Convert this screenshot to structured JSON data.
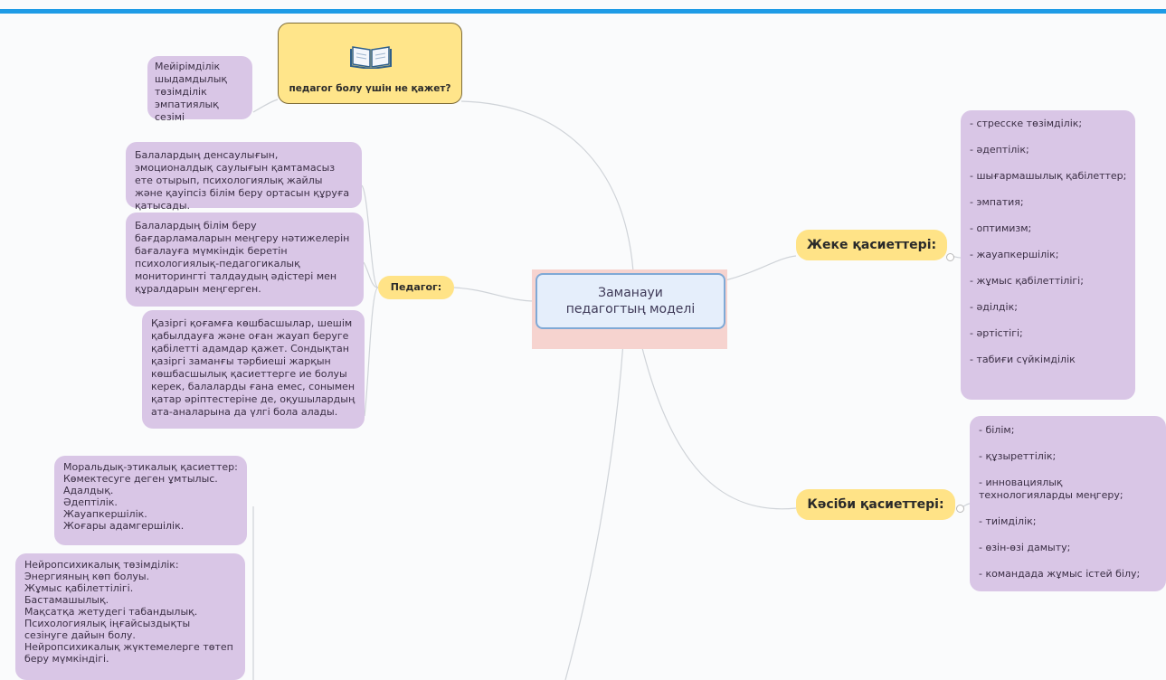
{
  "central": "Заманауи педагогтың моделі",
  "topic": {
    "title": "педагог болу үшін не қажет?",
    "icon": "open-book-icon",
    "note": "Мейірімділік\nшыдамдылық\nтөзімділік\nэмпатиялық сезімі"
  },
  "pedagog": {
    "label": "Педагог:",
    "items": [
      "Балалардың денсаулығын, эмоционалдық саулығын қамтамасыз ете отырып, психологиялық жайлы және қауіпсіз білім беру ортасын құруға қатысады.",
      "Балалардың білім беру бағдарламаларын меңгеру нәтижелерін бағалауға мүмкіндік беретін психологиялық-педагогикалық мониторингті талдаудың әдістері мен құралдарын меңгерген.",
      "Қазіргі қоғамға көшбасшылар, шешім қабылдауға және оған жауап беруге қабілетті адамдар қажет. Сондықтан қазіргі заманғы тәрбиеші жарқын көшбасшылық қасиеттерге ие болуы керек, балаларды ғана емес, сонымен қатар әріптестеріне де, оқушылардың ата-аналарына да үлгі бола алады."
    ]
  },
  "moral": "Моральдық-этикалық қасиеттер:\nКөмектесуге деген ұмтылыс.\nАдалдық.\nӘдептілік.\nЖауапкершілік.\nЖоғары адамгершілік.",
  "neuro": "Нейропсихикалық төзімділік:\nЭнергияның көп болуы.\nЖұмыс қабілеттілігі.\nБастамашылық.\nМақсатқа жетудегі табандылық.\nПсихологиялық іңғайсыздықты сезінуге дайын болу.\nНейропсихикалық жүктемелерге төтеп беру мүмкіндігі.",
  "personal": {
    "label": "Жеке қасиеттері:",
    "items": [
      "- стресске төзімділік;",
      "- әдептілік;",
      "- шығармашылық қабілеттер;",
      "- эмпатия;",
      "- оптимизм;",
      "- жауапкершілік;",
      "- жұмыс қабілеттілігі;",
      "- әділдік;",
      "- әртістігі;",
      "- табиғи сүйкімділік"
    ]
  },
  "professional": {
    "label": "Кәсіби қасиеттері:",
    "items": [
      "- білім;",
      "- құзыреттілік;",
      "- инновациялық технологияларды меңгеру;",
      "- тиімділік;",
      "- өзін-өзі дамыту;",
      "- командада жұмыс істей білу;"
    ]
  }
}
